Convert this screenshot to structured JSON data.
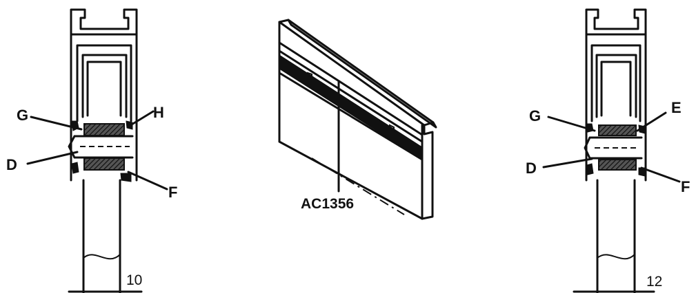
{
  "left_section": {
    "callouts": {
      "g": "G",
      "d": "D",
      "h": "H",
      "f": "F"
    },
    "dimension": "10"
  },
  "center_part": {
    "part_number": "AC1356"
  },
  "right_section": {
    "callouts": {
      "g": "G",
      "d": "D",
      "e": "E",
      "f": "F"
    },
    "dimension": "12"
  }
}
